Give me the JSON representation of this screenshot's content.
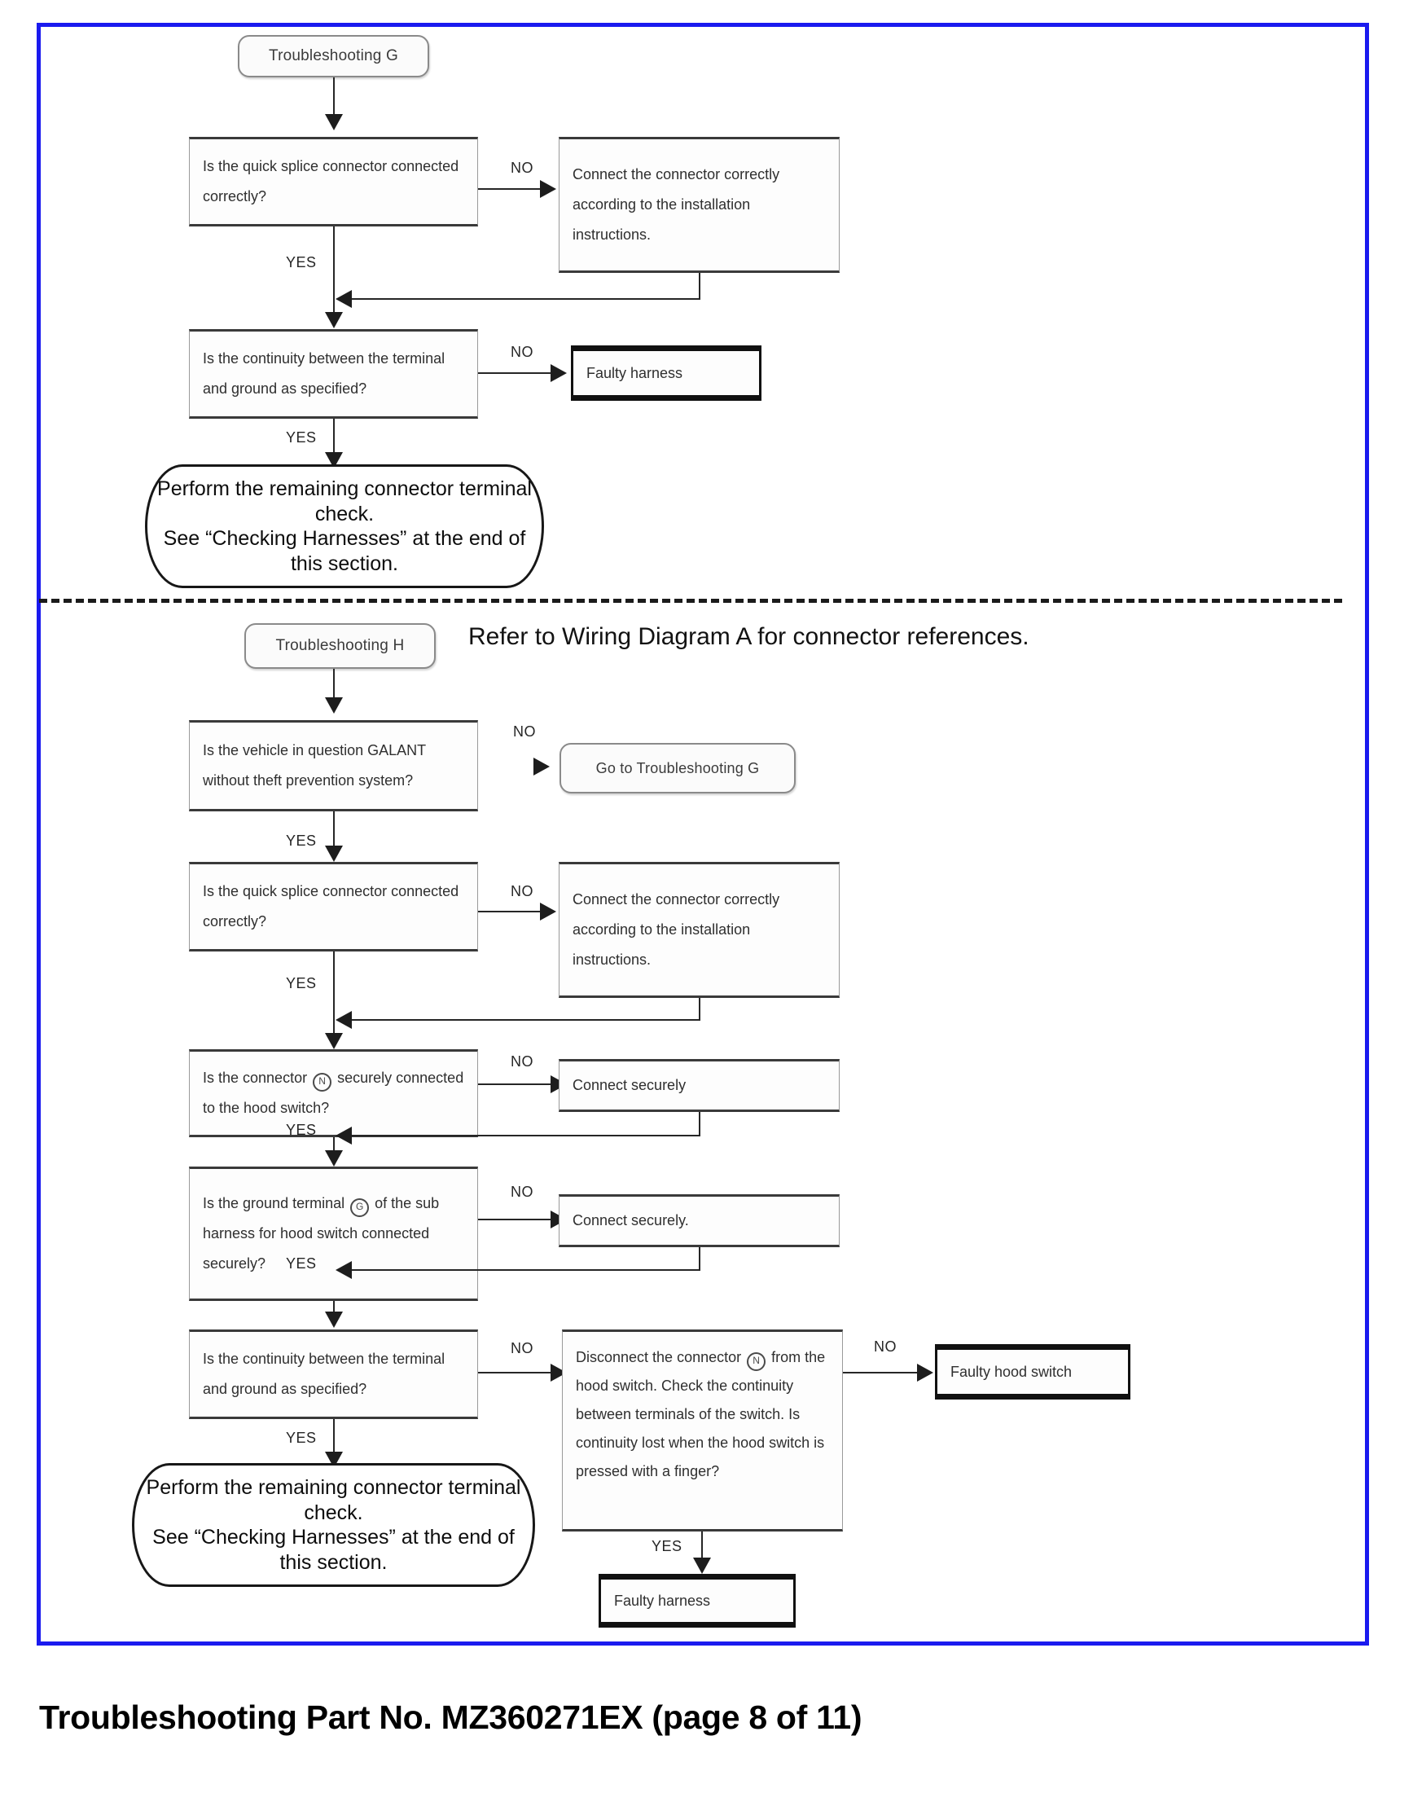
{
  "document": {
    "caption": "Troubleshooting Part No. MZ360271EX (page 8 of 11)",
    "frame_color": "#1a1aef"
  },
  "sections": [
    {
      "id": "troubleshooting-g",
      "start_label": "Troubleshooting G",
      "nodes": {
        "q1": "Is the quick splice connector connected correctly?",
        "q1_no_action": "Connect the connector correctly according to the installation instructions.",
        "q2": "Is the continuity between the terminal and ground as specified?",
        "q2_no_result": "Faulty harness",
        "end": "Perform the remaining connector terminal check.\nSee “Checking Harnesses” at the end of this section."
      },
      "branch_labels": {
        "q1_no": "NO",
        "q1_yes": "YES",
        "q2_no": "NO",
        "q2_yes": "YES"
      }
    },
    {
      "id": "troubleshooting-h",
      "start_label": "Troubleshooting H",
      "note": "Refer to Wiring Diagram A for connector references.",
      "nodes": {
        "q0": "Is the vehicle in question GALANT without theft prevention system?",
        "q0_no_action": "Go to Troubleshooting G",
        "q1": "Is the quick splice connector connected correctly?",
        "q1_no_action": "Connect the connector correctly according to the installation instructions.",
        "q2_pre": "Is the connector",
        "q2_post": "securely connected to the hood switch?",
        "q2_no_action": "Connect securely",
        "q3_pre": "Is the ground terminal",
        "q3_post": "of the sub harness for hood switch connected securely?",
        "q3_no_action": "Connect securely.",
        "q4": "Is the continuity between the terminal and ground as specified?",
        "q4_no_action_pre": "Disconnect the connector",
        "q4_no_action_post": "from the hood switch. Check the continuity between terminals of the switch. Is continuity lost when the hood switch is pressed with a finger?",
        "q4_no_no_result": "Faulty hood switch",
        "q4_no_yes_result": "Faulty harness",
        "end": "Perform the remaining connector terminal check.\nSee “Checking Harnesses” at the end of this section."
      },
      "branch_labels": {
        "q0_no": "NO",
        "q0_yes": "YES",
        "q1_no": "NO",
        "q1_yes": "YES",
        "q2_no": "NO",
        "q2_yes": "YES",
        "q3_no": "NO",
        "q3_yes": "YES",
        "q4_no": "NO",
        "q4_yes": "YES",
        "q5_no": "NO",
        "q5_yes": "YES"
      },
      "connector_refs": {
        "hood_switch": "N",
        "ground_terminal": "G",
        "disconnect": "N"
      }
    }
  ]
}
